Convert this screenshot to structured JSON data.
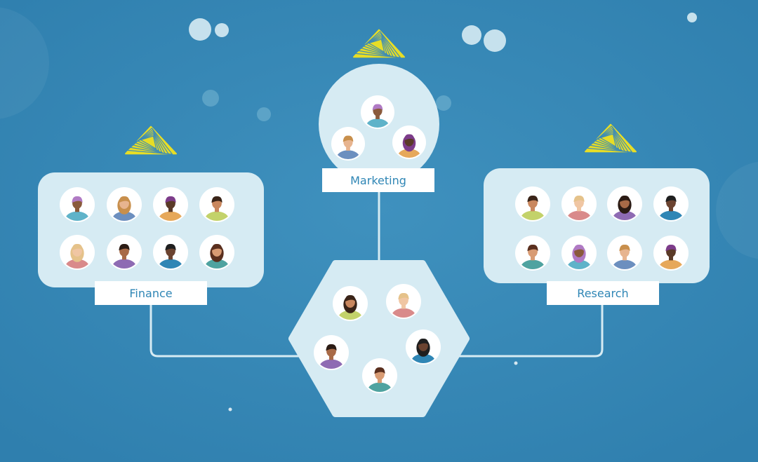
{
  "diagram": {
    "colors": {
      "background": "#3a8ab8",
      "panel": "#d6ebf3",
      "label_bg": "#ffffff",
      "label_text": "#2f86b5",
      "connector": "#d6ebf3",
      "logo": "#f1e21f"
    },
    "icons": {
      "logo": "gold-triangle-logo-icon",
      "member": "person-avatar-icon"
    },
    "hub": {
      "shape": "hexagon",
      "member_count": 5
    },
    "teams": [
      {
        "id": "finance",
        "label": "Finance",
        "shape": "rounded-rectangle",
        "member_count": 8,
        "has_logo": true
      },
      {
        "id": "marketing",
        "label": "Marketing",
        "shape": "circle",
        "member_count": 3,
        "has_logo": true
      },
      {
        "id": "research",
        "label": "Research",
        "shape": "rounded-rectangle",
        "member_count": 8,
        "has_logo": true
      }
    ],
    "connections": [
      {
        "from": "finance",
        "to": "hub"
      },
      {
        "from": "marketing",
        "to": "hub"
      },
      {
        "from": "research",
        "to": "hub"
      }
    ]
  }
}
